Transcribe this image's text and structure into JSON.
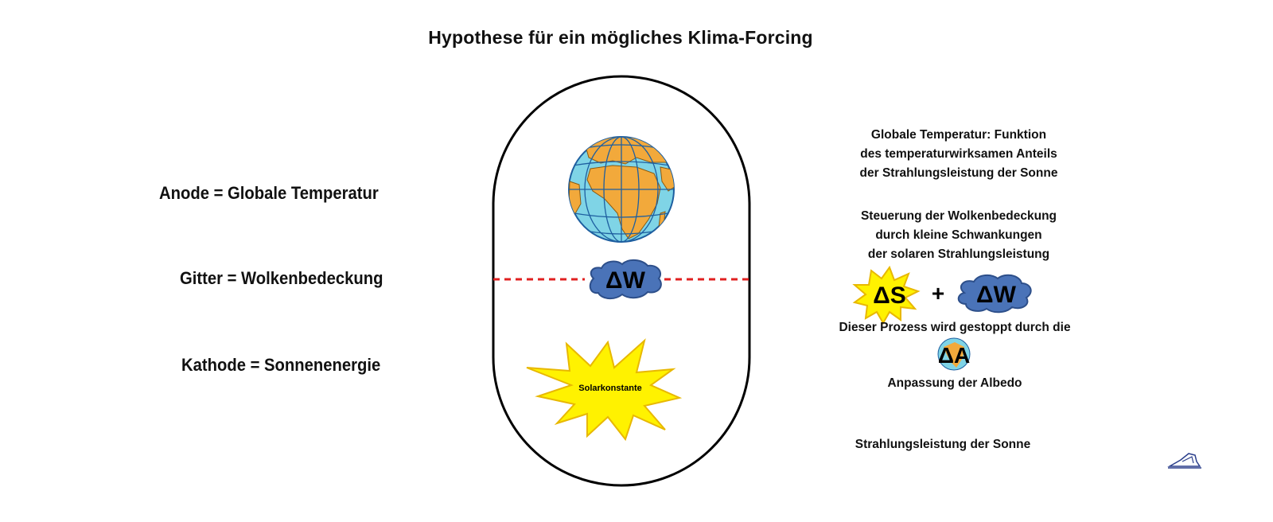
{
  "title": "Hypothese für ein mögliches Klima-Forcing",
  "left_labels": {
    "anode": "Anode = Globale Temperatur",
    "gitter": "Gitter = Wolkenbedeckung",
    "kathode": "Kathode = Sonnenenergie"
  },
  "tube": {
    "cloud_label": "ΔW",
    "sun_label": "Solarkonstante"
  },
  "right": {
    "block1": [
      "Globale Temperatur: Funktion",
      "des temperaturwirksamen Anteils",
      "der Strahlungsleistung der Sonne"
    ],
    "block2": [
      "Steuerung der Wolkenbedeckung",
      "durch kleine Schwankungen",
      "der solaren Strahlungsleistung"
    ],
    "formula": {
      "delta_s": "ΔS",
      "plus": "+",
      "delta_w": "ΔW"
    },
    "block3": "Dieser Prozess wird gestoppt durch die",
    "delta_a": "ΔA",
    "block4": "Anpassung der Albedo",
    "block5": "Strahlungsleistung der Sonne"
  },
  "colors": {
    "ocean": "#7fd4e6",
    "land": "#f2a93b",
    "cloud": "#4a73b8",
    "sun_fill": "#fff200",
    "sun_stroke": "#e8b800",
    "grid_line": "#e02020"
  },
  "icons": [
    "globe-icon",
    "cloud-icon",
    "sun-burst-icon",
    "logo-icon"
  ]
}
